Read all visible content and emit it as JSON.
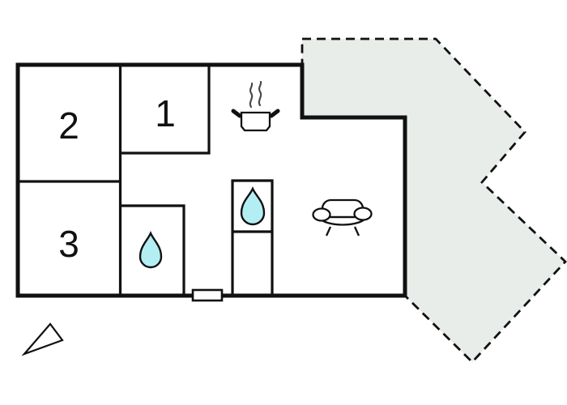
{
  "meta": {
    "type": "floor-plan"
  },
  "colors": {
    "wall": "#111111",
    "background": "#ffffff",
    "terrace_fill": "#e8edea",
    "water_drop_fill": "#b3eff2",
    "steam": "#4a4a4a"
  },
  "rooms": {
    "bedroom_top_left": {
      "label": "2"
    },
    "bedroom_top_middle": {
      "label": "1"
    },
    "bedroom_bottom_left": {
      "label": "3"
    }
  },
  "icons": {
    "kitchen": "cooking-pot-icon",
    "bathroom_center": "water-drop-icon",
    "bathroom_left": "water-drop-icon",
    "living_room": "sofa-icon",
    "entrance": "door-marker",
    "compass": "north-arrow-icon"
  },
  "areas": {
    "terrace": {
      "outline": "dashed"
    }
  }
}
